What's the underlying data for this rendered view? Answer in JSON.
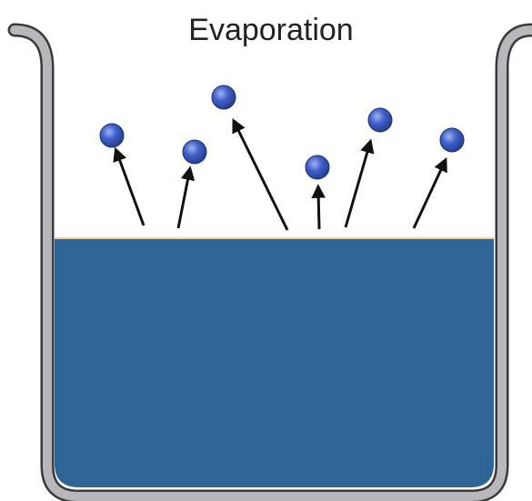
{
  "diagram": {
    "title": "Evaporation",
    "colors": {
      "water": "#2f6496",
      "beaker_wall": "#b8b8bc",
      "beaker_outline": "#3a3a3a",
      "molecule": "#3552b8",
      "molecule_highlight": "#7f97e4",
      "arrow": "#111111",
      "water_surface": "#e8d3a6"
    },
    "molecule_count": 6,
    "arrow_count": 6
  }
}
